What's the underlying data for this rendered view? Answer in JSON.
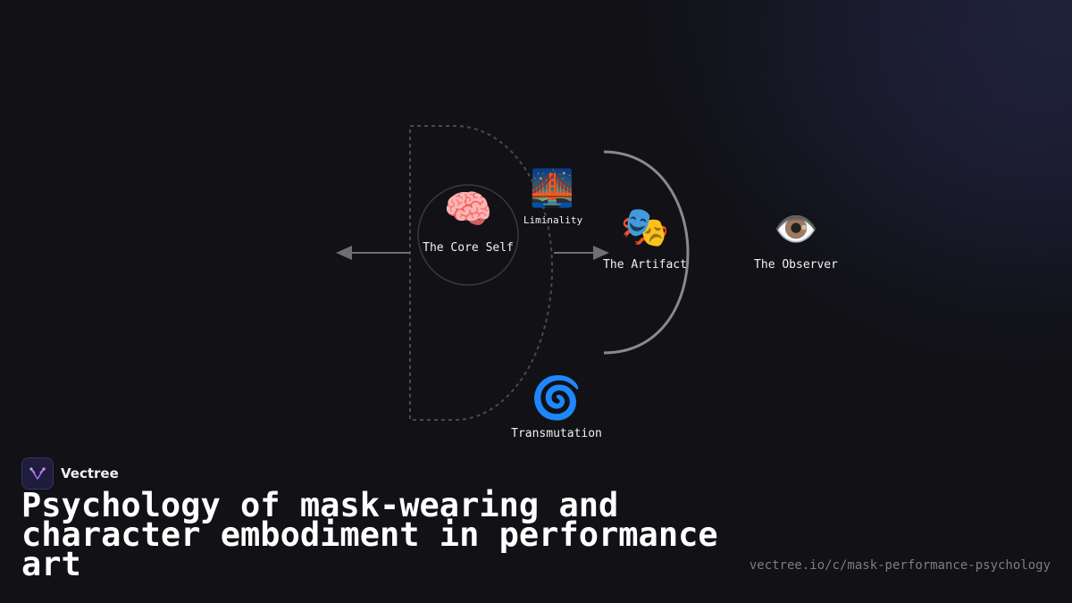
{
  "diagram": {
    "nodes": {
      "core_self": {
        "label": "The Core Self",
        "icon": "brain-icon",
        "glyph": "🧠"
      },
      "liminality": {
        "label": "Liminality",
        "icon": "bridge-at-night-icon",
        "glyph": "🌉"
      },
      "artifact": {
        "label": "The Artifact",
        "icon": "performing-arts-masks-icon",
        "glyph": "🎭"
      },
      "observer": {
        "label": "The Observer",
        "icon": "eye-icon",
        "glyph": "👁️"
      },
      "transmutation": {
        "label": "Transmutation",
        "icon": "cyclone-icon",
        "glyph": "🌀"
      }
    }
  },
  "brand": {
    "name": "Vectree"
  },
  "title": "Psychology of mask-wearing and character embodiment in performance art",
  "url": "vectree.io/c/mask-performance-psychology",
  "colors": {
    "background": "#111116",
    "accent_logo": "#a46bf0",
    "line": "#8a8a8a"
  }
}
